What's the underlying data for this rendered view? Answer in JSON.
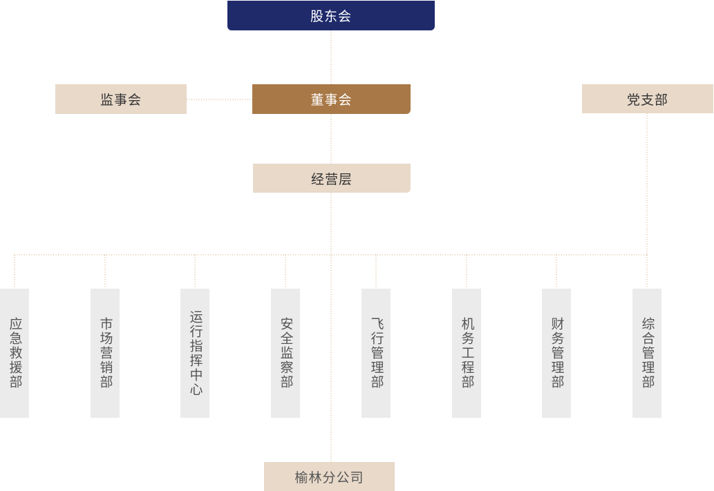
{
  "colors": {
    "shareholders_bg": "#1f2a6b",
    "board_bg": "#a87846",
    "light_bg": "#e8d9c9",
    "dept_bg": "#ebebeb",
    "connector": "#c9a06e"
  },
  "nodes": {
    "shareholders": "股东会",
    "supervisors": "监事会",
    "board": "董事会",
    "party": "党支部",
    "management": "经营层",
    "branch": "榆林分公司"
  },
  "departments": [
    "应急救援部",
    "市场营销部",
    "运行指挥中心",
    "安全监察部",
    "飞行管理部",
    "机务工程部",
    "财务管理部",
    "综合管理部"
  ]
}
